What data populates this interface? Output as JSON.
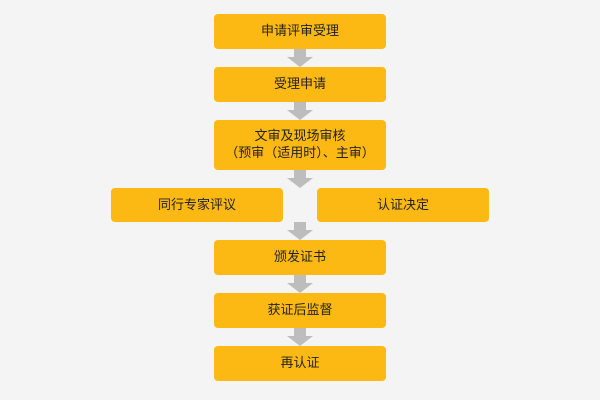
{
  "colors": {
    "background": "#f4f4f4",
    "box_fill": "#fdb913",
    "text": "#222222",
    "arrow": "#bdbdbd"
  },
  "flow": {
    "step1": "申请评审受理",
    "step2": "受理申请",
    "step3_line1": "文审及现场审核",
    "step3_line2": "（预审（适用时）、主审）",
    "step4_left": "同行专家评议",
    "step4_right": "认证决定",
    "step5": "颁发证书",
    "step6": "获证后监督",
    "step7": "再认证"
  }
}
